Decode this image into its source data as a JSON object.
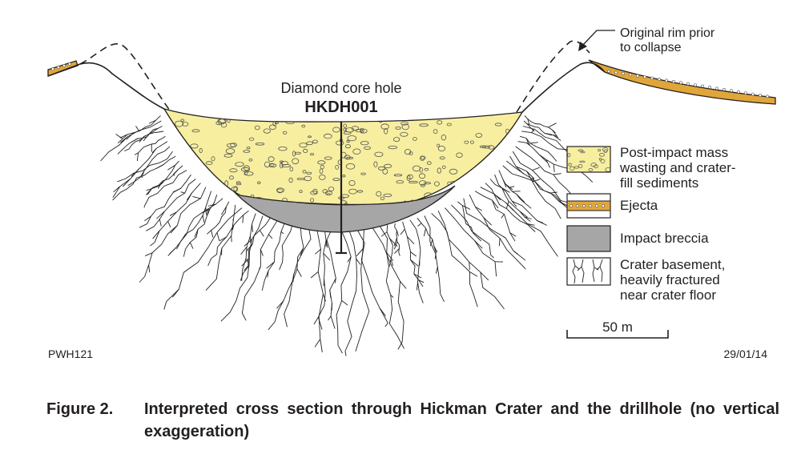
{
  "drillhole": {
    "label": "Diamond core hole",
    "id": "HKDH001"
  },
  "annotation": {
    "rim_line1": "Original rim prior",
    "rim_line2": "to collapse"
  },
  "legend": {
    "items": [
      {
        "key": "fill",
        "lines": [
          "Post-impact mass",
          "wasting and crater-",
          "fill sediments"
        ],
        "color": "#f7ef9f"
      },
      {
        "key": "ejecta",
        "lines": [
          "Ejecta"
        ],
        "color": "#e0a63a"
      },
      {
        "key": "breccia",
        "lines": [
          "Impact breccia"
        ],
        "color": "#a6a6a6"
      },
      {
        "key": "basement",
        "lines": [
          "Crater basement,",
          "heavily fractured",
          "near crater floor"
        ],
        "color": "#ffffff"
      }
    ]
  },
  "scale_bar": {
    "label": "50 m"
  },
  "footer": {
    "left_code": "PWH121",
    "right_date": "29/01/14"
  },
  "caption": {
    "number": "Figure 2.",
    "text": "Interpreted cross section through Hickman Crater and the drillhole (no vertical exaggeration)"
  }
}
